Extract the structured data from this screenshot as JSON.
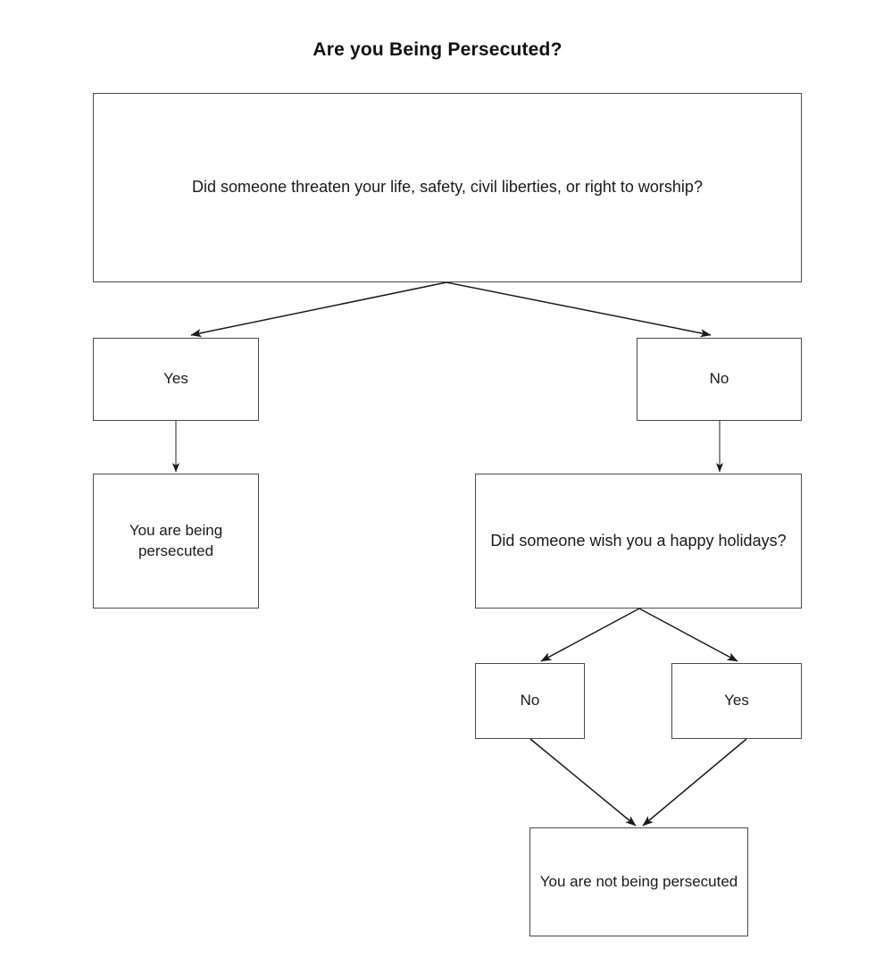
{
  "chart_title": "Are you Being Persecuted?",
  "diagram": {
    "type": "flowchart",
    "title": "Are you Being Persecuted?",
    "nodes": [
      {
        "id": "root",
        "kind": "question",
        "text": "Did someone threaten your life, safety, civil liberties, or right to worship?"
      },
      {
        "id": "yes1",
        "kind": "answer",
        "text": "Yes"
      },
      {
        "id": "no1",
        "kind": "answer",
        "text": "No"
      },
      {
        "id": "persecuted",
        "kind": "outcome",
        "text": "You are being persecuted"
      },
      {
        "id": "holidays",
        "kind": "question",
        "text": "Did someone wish you a happy holidays?"
      },
      {
        "id": "no2",
        "kind": "answer",
        "text": "No"
      },
      {
        "id": "yes2",
        "kind": "answer",
        "text": "Yes"
      },
      {
        "id": "notpersecuted",
        "kind": "outcome",
        "text": "You are not being persecuted"
      }
    ],
    "edges": [
      {
        "from": "root",
        "to": "yes1"
      },
      {
        "from": "root",
        "to": "no1"
      },
      {
        "from": "yes1",
        "to": "persecuted"
      },
      {
        "from": "no1",
        "to": "holidays"
      },
      {
        "from": "holidays",
        "to": "no2"
      },
      {
        "from": "holidays",
        "to": "yes2"
      },
      {
        "from": "no2",
        "to": "notpersecuted"
      },
      {
        "from": "yes2",
        "to": "notpersecuted"
      }
    ],
    "colors": {
      "background": "#ffffff",
      "box_border": "#4a4a4a",
      "text": "#1a1a1a",
      "edge": "#1a1a1a"
    }
  }
}
